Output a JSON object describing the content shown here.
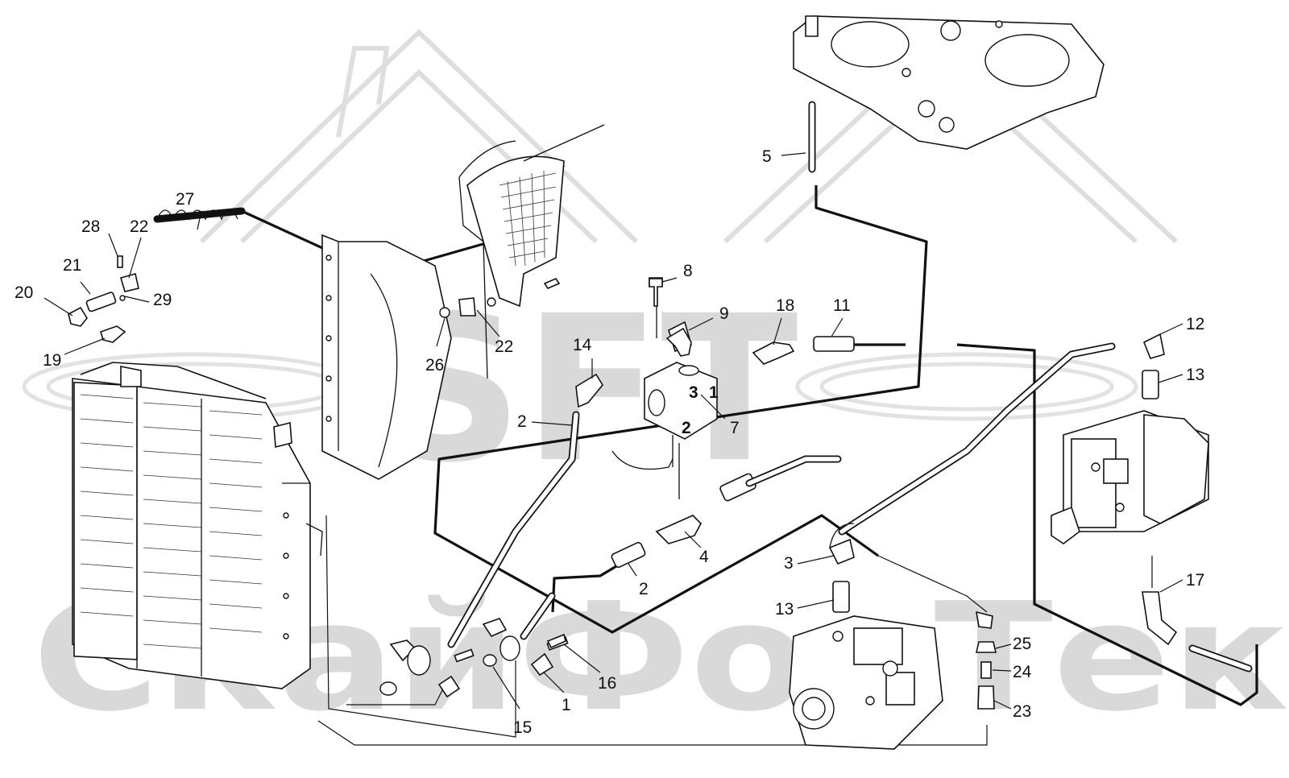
{
  "watermark": {
    "logo_text": "SFT",
    "brand_text": "СкайФорТек",
    "color": "#d9d9d9"
  },
  "callouts": [
    {
      "id": "c1",
      "label": "1"
    },
    {
      "id": "c2a",
      "label": "2"
    },
    {
      "id": "c2b",
      "label": "2"
    },
    {
      "id": "c3",
      "label": "3"
    },
    {
      "id": "c4",
      "label": "4"
    },
    {
      "id": "c5",
      "label": "5"
    },
    {
      "id": "c7",
      "label": "7"
    },
    {
      "id": "c8",
      "label": "8"
    },
    {
      "id": "c9",
      "label": "9"
    },
    {
      "id": "c11",
      "label": "11"
    },
    {
      "id": "c12",
      "label": "12"
    },
    {
      "id": "c13a",
      "label": "13"
    },
    {
      "id": "c13b",
      "label": "13"
    },
    {
      "id": "c14",
      "label": "14"
    },
    {
      "id": "c15",
      "label": "15"
    },
    {
      "id": "c16",
      "label": "16"
    },
    {
      "id": "c17",
      "label": "17"
    },
    {
      "id": "c18",
      "label": "18"
    },
    {
      "id": "c19",
      "label": "19"
    },
    {
      "id": "c20",
      "label": "20"
    },
    {
      "id": "c21",
      "label": "21"
    },
    {
      "id": "c22a",
      "label": "22"
    },
    {
      "id": "c22b",
      "label": "22"
    },
    {
      "id": "c23",
      "label": "23"
    },
    {
      "id": "c24",
      "label": "24"
    },
    {
      "id": "c25",
      "label": "25"
    },
    {
      "id": "c26",
      "label": "26"
    },
    {
      "id": "c27",
      "label": "27"
    },
    {
      "id": "c28",
      "label": "28"
    },
    {
      "id": "c29",
      "label": "29"
    }
  ],
  "valve_port_labels": [
    "1",
    "2",
    "3"
  ]
}
